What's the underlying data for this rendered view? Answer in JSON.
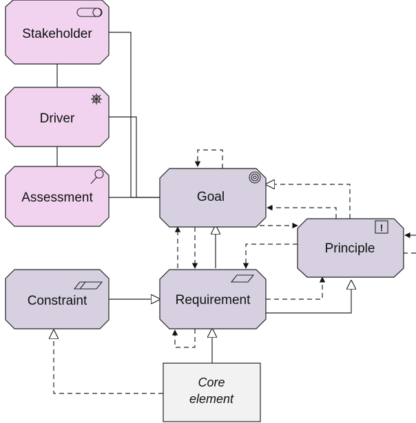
{
  "diagram": {
    "elements": [
      {
        "id": "stakeholder",
        "label": "Stakeholder",
        "kind": "motivation",
        "icon": "stakeholder-icon"
      },
      {
        "id": "driver",
        "label": "Driver",
        "kind": "motivation",
        "icon": "driver-icon"
      },
      {
        "id": "assessment",
        "label": "Assessment",
        "kind": "motivation",
        "icon": "assessment-icon"
      },
      {
        "id": "goal",
        "label": "Goal",
        "kind": "motivation-core",
        "icon": "goal-icon"
      },
      {
        "id": "principle",
        "label": "Principle",
        "kind": "motivation-core",
        "icon": "principle-icon"
      },
      {
        "id": "constraint",
        "label": "Constraint",
        "kind": "motivation-core",
        "icon": "constraint-icon"
      },
      {
        "id": "requirement",
        "label": "Requirement",
        "kind": "motivation-core",
        "icon": "requirement-icon"
      },
      {
        "id": "core",
        "label_line1": "Core",
        "label_line2": "element",
        "kind": "core-element"
      }
    ],
    "colors": {
      "motivation_fill": "#f1d3ef",
      "core_fill": "#d6d0e0",
      "core_element_fill": "#f2f2f2",
      "stroke": "#222222"
    },
    "principle_icon_glyph": "!"
  }
}
